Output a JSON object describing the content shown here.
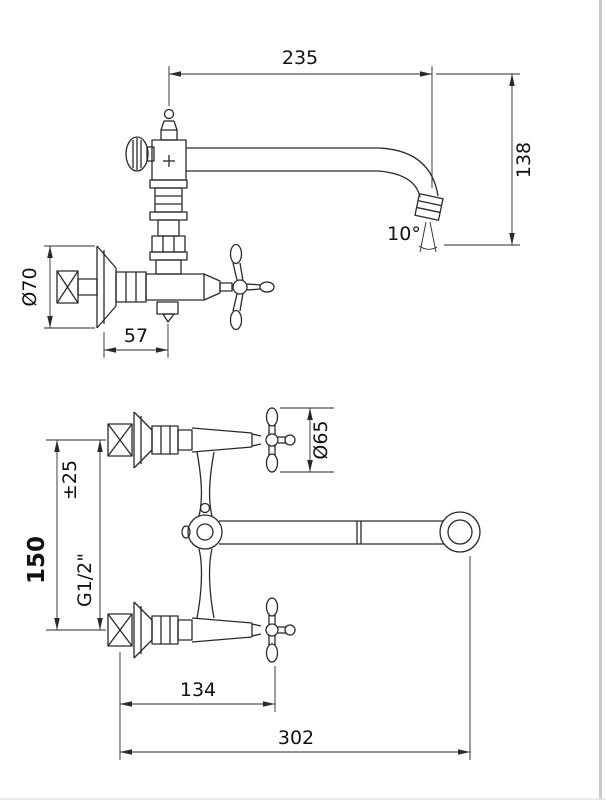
{
  "drawing": {
    "type": "technical-dimension-drawing",
    "background_color": "#ffffff",
    "line_color": "#2a2a2a",
    "border_color": "#c9c9c9",
    "top_view": {
      "dims": {
        "spout_reach": "235",
        "height": "138",
        "flow_angle": "10°",
        "flange_diameter": "Ø70",
        "wall_offset": "57"
      }
    },
    "bottom_view": {
      "dims": {
        "handle_diameter": "Ø65",
        "inlet_centers": "150",
        "inlet_centers_tolerance": "±25",
        "thread_size": "G1/2\"",
        "handle_offset": "134",
        "overall_reach": "302"
      }
    }
  }
}
